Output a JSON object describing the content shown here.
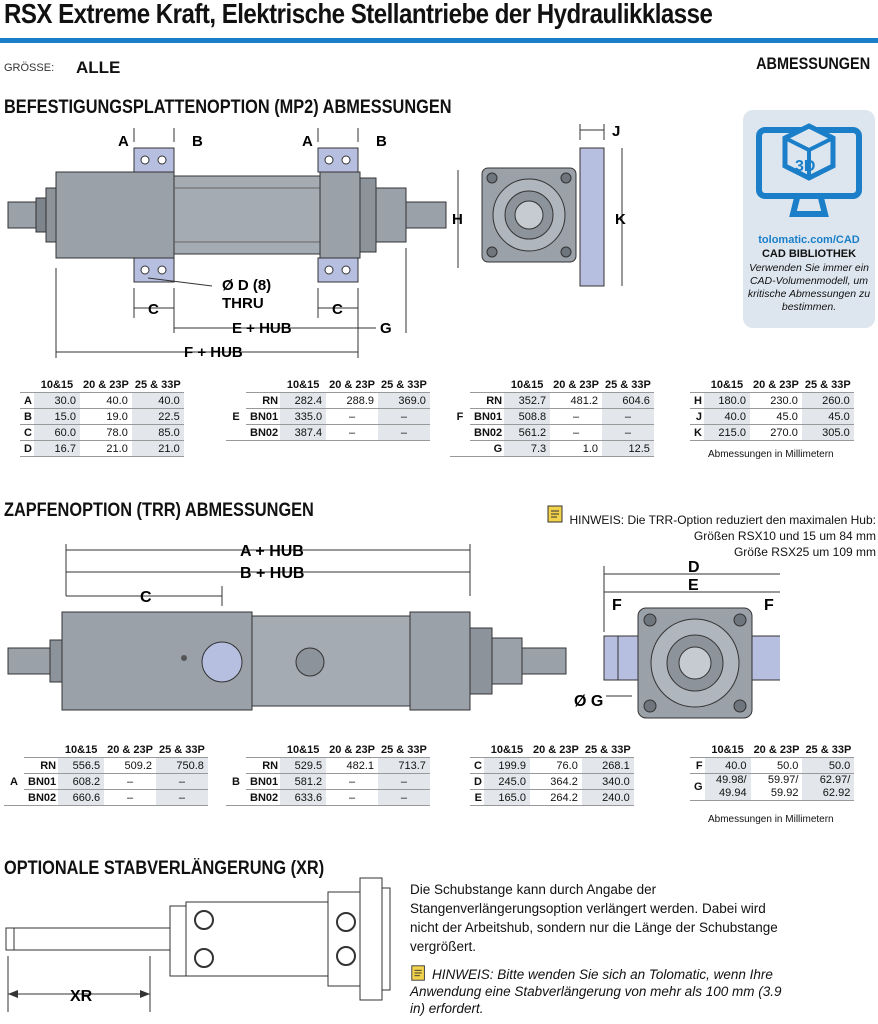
{
  "header": {
    "title": "RSX Extreme Kraft, Elektrische Stellantriebe der Hydraulikklasse",
    "size_label": "GRÖSSE:",
    "size_value": "ALLE",
    "dims_label": "ABMESSUNGEN"
  },
  "cad": {
    "icon_text": "3D",
    "url": "tolomatic.com/CAD",
    "heading": "CAD BIBLIOTHEK",
    "text": "Verwenden Sie immer ein CAD-Volumenmodell, um kritische Abmessungen zu bestimmen."
  },
  "mp2": {
    "title": "BEFESTIGUNGSPLATTENOPTION (MP2) ABMESSUNGEN",
    "labels": {
      "a": "A",
      "b": "B",
      "d": "Ø D (8)",
      "thru": "THRU",
      "c": "C",
      "e": "E + HUB",
      "g": "G",
      "f": "F + HUB",
      "h": "H",
      "j": "J",
      "k": "K"
    },
    "headers": [
      "10&15",
      "20 & 23P",
      "25 & 33P"
    ],
    "t1": [
      [
        "A",
        "30.0",
        "40.0",
        "40.0"
      ],
      [
        "B",
        "15.0",
        "19.0",
        "22.5"
      ],
      [
        "C",
        "60.0",
        "78.0",
        "85.0"
      ],
      [
        "D",
        "16.7",
        "21.0",
        "21.0"
      ]
    ],
    "t2": {
      "group": "E",
      "rows": [
        [
          "RN",
          "282.4",
          "288.9",
          "369.0"
        ],
        [
          "BN01",
          "335.0",
          "–",
          "–"
        ],
        [
          "BN02",
          "387.4",
          "–",
          "–"
        ]
      ]
    },
    "t3": {
      "group": "F",
      "rows": [
        [
          "RN",
          "352.7",
          "481.2",
          "604.6"
        ],
        [
          "BN01",
          "508.8",
          "–",
          "–"
        ],
        [
          "BN02",
          "561.2",
          "–",
          "–"
        ]
      ],
      "g_row": [
        "G",
        "7.3",
        "1.0",
        "12.5"
      ]
    },
    "t4": [
      [
        "H",
        "180.0",
        "230.0",
        "260.0"
      ],
      [
        "J",
        "40.0",
        "45.0",
        "45.0"
      ],
      [
        "K",
        "215.0",
        "270.0",
        "305.0"
      ]
    ],
    "unit": "Abmessungen in Millimetern"
  },
  "trr": {
    "title": "ZAPFENOPTION (TRR) ABMESSUNGEN",
    "note_line1": "HINWEIS: Die TRR-Option reduziert den maximalen Hub:",
    "note_line2": "Größen RSX10 und 15 um 84 mm",
    "note_line3": "Größe RSX25 um 109 mm",
    "labels": {
      "a": "A + HUB",
      "b": "B + HUB",
      "c": "C",
      "d": "D",
      "e": "E",
      "f": "F",
      "g": "Ø G"
    },
    "headers": [
      "10&15",
      "20 & 23P",
      "25 & 33P"
    ],
    "t1": {
      "group": "A",
      "rows": [
        [
          "RN",
          "556.5",
          "509.2",
          "750.8"
        ],
        [
          "BN01",
          "608.2",
          "–",
          "–"
        ],
        [
          "BN02",
          "660.6",
          "–",
          "–"
        ]
      ]
    },
    "t2": {
      "group": "B",
      "rows": [
        [
          "RN",
          "529.5",
          "482.1",
          "713.7"
        ],
        [
          "BN01",
          "581.2",
          "–",
          "–"
        ],
        [
          "BN02",
          "633.6",
          "–",
          "–"
        ]
      ]
    },
    "t3": [
      [
        "C",
        "199.9",
        "76.0",
        "268.1"
      ],
      [
        "D",
        "245.0",
        "364.2",
        "340.0"
      ],
      [
        "E",
        "165.0",
        "264.2",
        "240.0"
      ]
    ],
    "t4": {
      "f": [
        "F",
        "40.0",
        "50.0",
        "50.0"
      ],
      "g": [
        "G",
        "49.98/",
        "59.97/",
        "62.97/"
      ],
      "g2": [
        "49.94",
        "59.92",
        "62.92"
      ]
    },
    "unit": "Abmessungen in Millimetern"
  },
  "xr": {
    "title": "OPTIONALE STABVERLÄNGERUNG (XR)",
    "label": "XR",
    "paragraph": "Die Schubstange kann durch Angabe der Stangenverlängerungsoption verlängert werden. Dabei wird nicht der Arbeitshub, sondern nur die Länge der Schubstange vergrößert.",
    "note": "HINWEIS: Bitte wenden Sie sich an Tolomatic, wenn Ihre Anwendung eine Stabverlängerung von mehr als 100 mm (3.9 in) erfordert."
  },
  "colors": {
    "accent": "#1a7fc8",
    "body_gray": "#9aa1a9",
    "shade": "#e3e6ea",
    "plate_blue": "#b7bfe0"
  }
}
